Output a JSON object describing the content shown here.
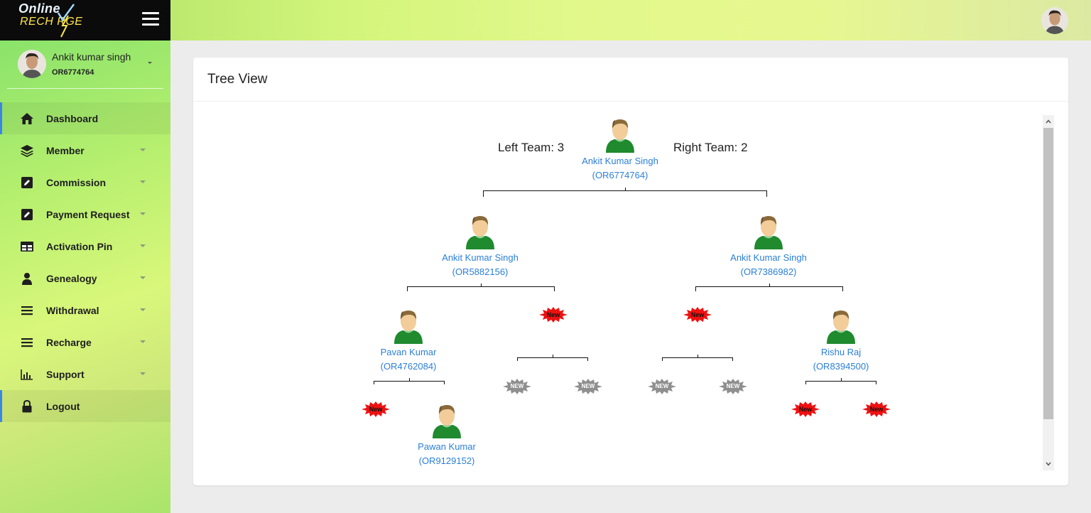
{
  "brand": {
    "line1": "Online",
    "line2": "RECH  RGE"
  },
  "user": {
    "name": "Ankit kumar singh",
    "id": "OR6774764"
  },
  "nav": [
    {
      "label": "Dashboard",
      "icon": "home-icon",
      "active": true
    },
    {
      "label": "Member",
      "icon": "layers-icon"
    },
    {
      "label": "Commission",
      "icon": "edit-icon"
    },
    {
      "label": "Payment Request",
      "icon": "edit-icon"
    },
    {
      "label": "Activation Pin",
      "icon": "table-icon"
    },
    {
      "label": "Genealogy",
      "icon": "person-icon"
    },
    {
      "label": "Withdrawal",
      "icon": "menu-icon"
    },
    {
      "label": "Recharge",
      "icon": "menu-icon"
    },
    {
      "label": "Support",
      "icon": "bar-chart-icon"
    },
    {
      "label": "Logout",
      "icon": "lock-icon",
      "active": true
    }
  ],
  "card": {
    "title": "Tree View"
  },
  "tree": {
    "left_team": "Left Team: 3",
    "right_team": "Right Team: 2",
    "root": {
      "name": "Ankit Kumar Singh",
      "id": "(OR6774764)"
    },
    "left": {
      "name": "Ankit Kumar Singh",
      "id": "(OR5882156)"
    },
    "right": {
      "name": "Ankit Kumar Singh",
      "id": "(OR7386982)"
    },
    "ll": {
      "name": "Pavan Kumar",
      "id": "(OR4762084)"
    },
    "rr": {
      "name": "Rishu Raj",
      "id": "(OR8394500)"
    },
    "llr": {
      "name": "Pawan Kumar",
      "id": "(OR9129152)"
    },
    "badge_new_red": "New",
    "badge_new_grey": "NEW"
  },
  "colors": {
    "link": "#2b7fd8",
    "accent": "#3a86e8"
  }
}
